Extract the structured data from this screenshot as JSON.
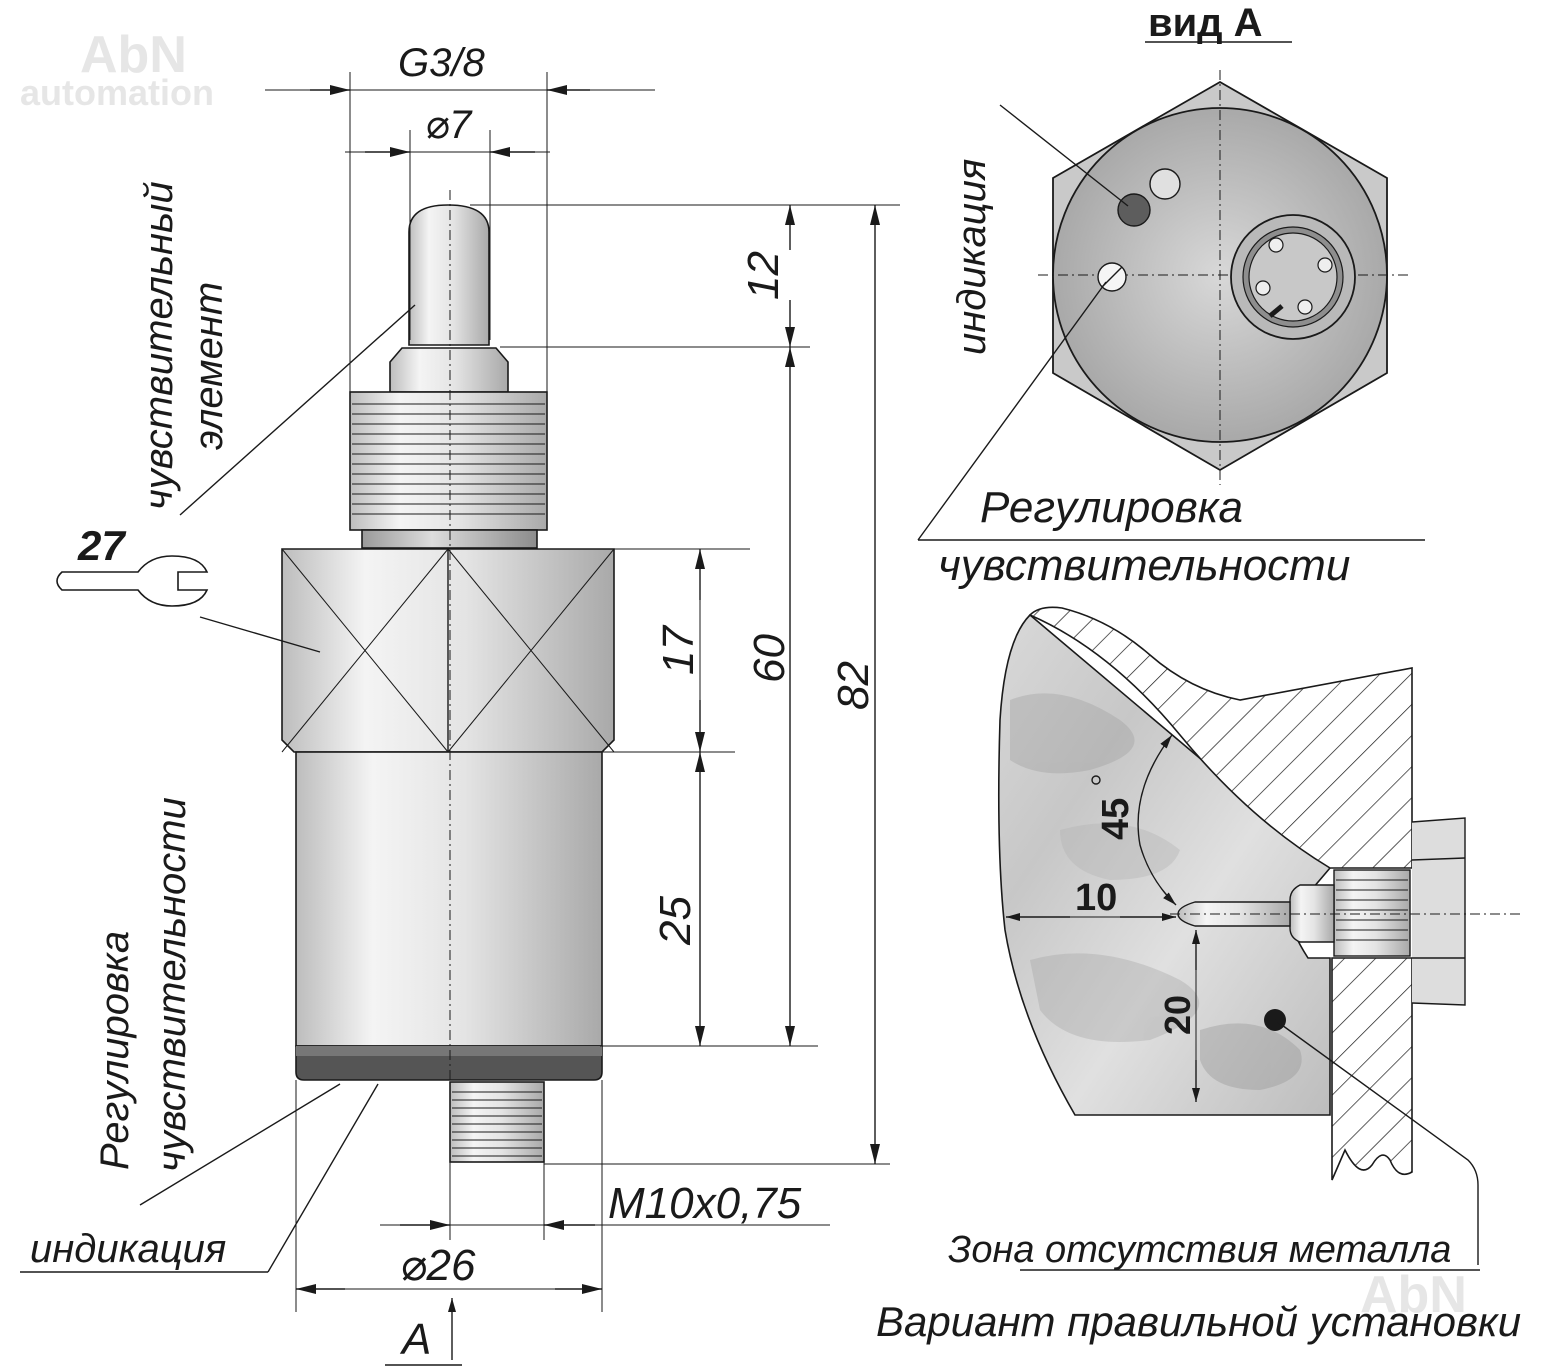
{
  "watermarks": {
    "top_left": "AbN",
    "top_left_sub": "automation",
    "bottom_right": "AbN"
  },
  "main_view": {
    "dim_thread_top": "G3/8",
    "dim_tip_diameter": "⌀7",
    "dim_tip_length": "12",
    "dim_body_60": "60",
    "dim_total_82": "82",
    "dim_hex_17": "17",
    "dim_cyl_25": "25",
    "dim_connector_thread": "M10x0,75",
    "dim_body_diameter": "⌀26",
    "wrench_size": "27",
    "label_sensing_1": "чувствительный",
    "label_sensing_2": "элемент",
    "label_adjust_1": "Регулировка",
    "label_adjust_2": "чувствительности",
    "label_indication": "индикация",
    "view_marker": "А"
  },
  "view_a": {
    "title": "вид А",
    "label_indication": "индикация",
    "label_adjust_1": "Регулировка",
    "label_adjust_2": "чувствительности"
  },
  "install_view": {
    "angle": "45",
    "dim_10": "10",
    "dim_20": "20",
    "label_zone": "Зона отсутствия металла",
    "caption": "Вариант правильной установки"
  }
}
